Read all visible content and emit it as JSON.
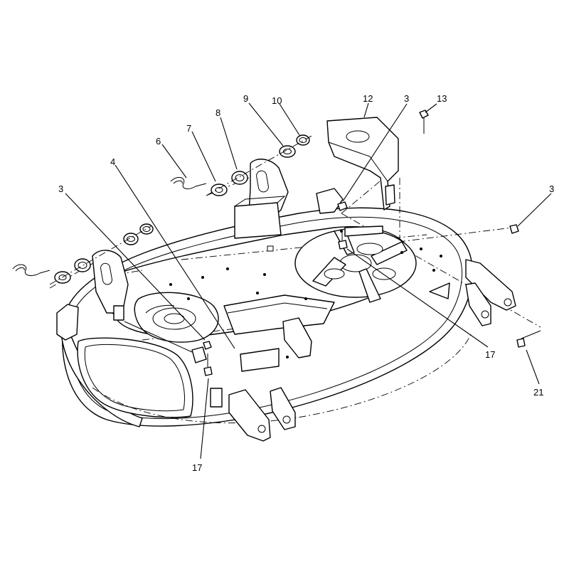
{
  "callouts": [
    {
      "id": "c3a",
      "label": "3"
    },
    {
      "id": "c4",
      "label": "4"
    },
    {
      "id": "c6",
      "label": "6"
    },
    {
      "id": "c7",
      "label": "7"
    },
    {
      "id": "c8",
      "label": "8"
    },
    {
      "id": "c9",
      "label": "9"
    },
    {
      "id": "c10",
      "label": "10"
    },
    {
      "id": "c12",
      "label": "12"
    },
    {
      "id": "c3b",
      "label": "3"
    },
    {
      "id": "c13",
      "label": "13"
    },
    {
      "id": "c3c",
      "label": "3"
    },
    {
      "id": "c17a",
      "label": "17"
    },
    {
      "id": "c21",
      "label": "21"
    },
    {
      "id": "c17b",
      "label": "17"
    }
  ]
}
